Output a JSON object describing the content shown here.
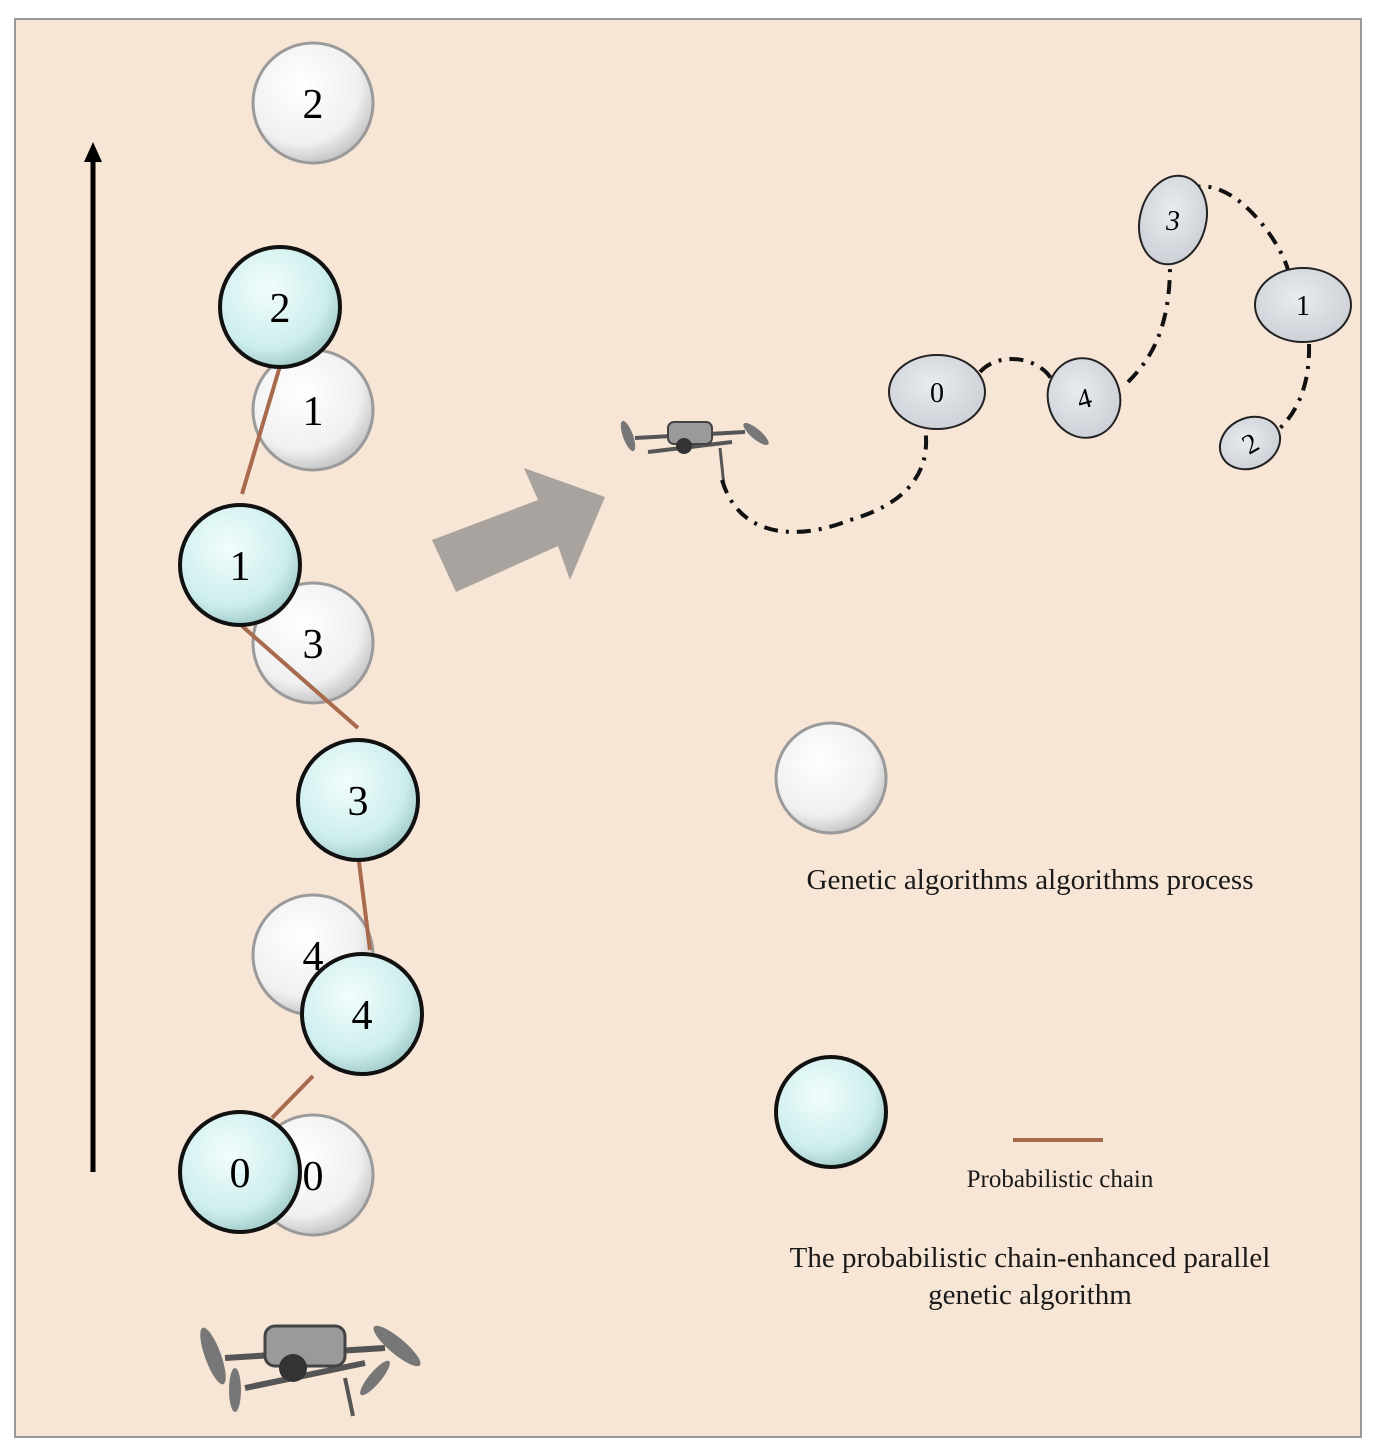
{
  "colors": {
    "background": "#f7e5d5",
    "ga_node_fill": "#f4f4f4",
    "pcpga_node_fill": "#d8f3f2",
    "chain_line": "#a86a4c",
    "flow_arrow": "#a8a39e",
    "path_line": "#111111"
  },
  "icons": [
    "drone-icon",
    "big-arrow-icon",
    "up-arrow-icon"
  ],
  "ga_nodes": [
    "2",
    "1",
    "3",
    "4",
    "0"
  ],
  "pcpga_nodes": [
    "2",
    "1",
    "3",
    "4",
    "0"
  ],
  "route_nodes": [
    "0",
    "4",
    "3",
    "1",
    "2"
  ],
  "legend": {
    "ga_label": "Genetic algorithms algorithms process",
    "chain_label": "Probabilistic chain",
    "pcpga_label": "The probabilistic chain-enhanced parallel genetic algorithm"
  }
}
